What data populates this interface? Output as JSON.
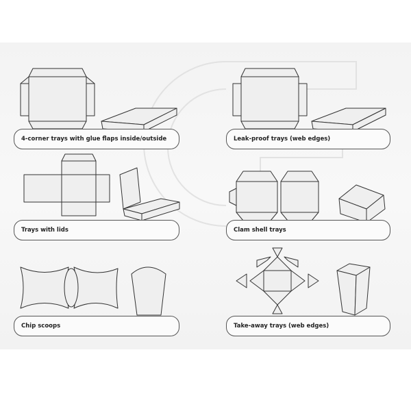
{
  "items": [
    {
      "label": "4-corner trays with glue flaps inside/outside"
    },
    {
      "label": "Leak-proof trays (web edges)"
    },
    {
      "label": "Trays with lids"
    },
    {
      "label": "Clam shell trays"
    },
    {
      "label": "Chip scoops"
    },
    {
      "label": "Take-away trays (web edges)"
    }
  ],
  "watermark": "CE",
  "colors": {
    "stroke": "#333333",
    "fill": "#efefef"
  }
}
